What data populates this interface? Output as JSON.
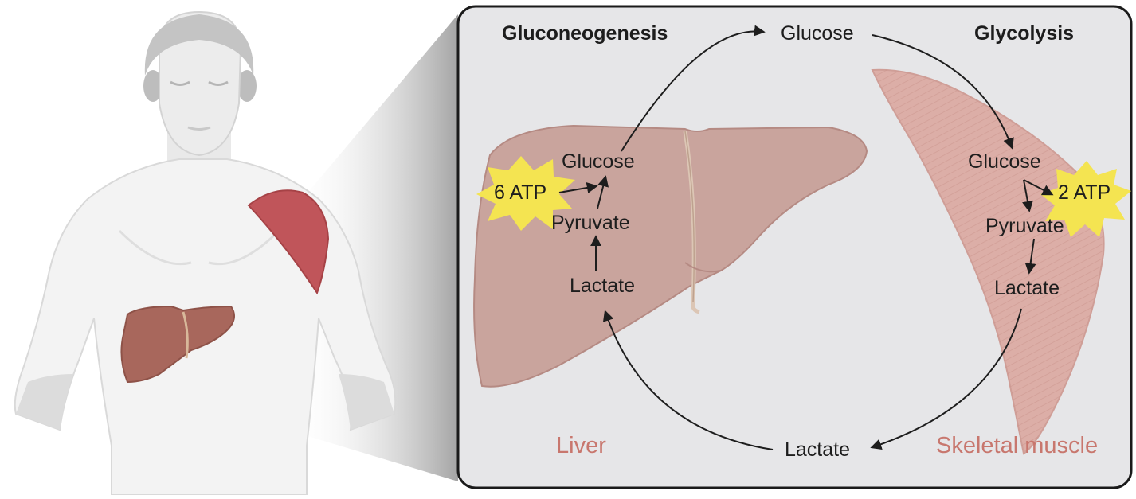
{
  "headers": {
    "gluconeogenesis": "Gluconeogenesis",
    "glycolysis": "Glycolysis"
  },
  "cycle": {
    "top_glucose": "Glucose",
    "bottom_lactate": "Lactate"
  },
  "liver": {
    "name": "Liver",
    "glucose": "Glucose",
    "pyruvate": "Pyruvate",
    "lactate": "Lactate",
    "atp": "6 ATP"
  },
  "muscle": {
    "name": "Skeletal muscle",
    "glucose": "Glucose",
    "pyruvate": "Pyruvate",
    "lactate": "Lactate",
    "atp": "2 ATP"
  },
  "colors": {
    "panel_bg": "#e6e6e8",
    "panel_border": "#1a1a1a",
    "liver_fill": "#c9a49d",
    "liver_stroke": "#b58a83",
    "muscle_fill": "#dcaea7",
    "muscle_stripe": "#c9918a",
    "organ_label": "#c8776e",
    "atp_burst": "#f4e451",
    "arrow": "#1d1d1d",
    "body_fill": "#f3f3f3",
    "body_shadow": "#d6d6d6",
    "head_fill": "#c9c9c9",
    "small_liver": "#a8675c",
    "small_muscle": "#c0555a"
  },
  "icons": [
    "human-torso-icon",
    "liver-icon",
    "skeletal-muscle-icon",
    "atp-burst-icon"
  ]
}
